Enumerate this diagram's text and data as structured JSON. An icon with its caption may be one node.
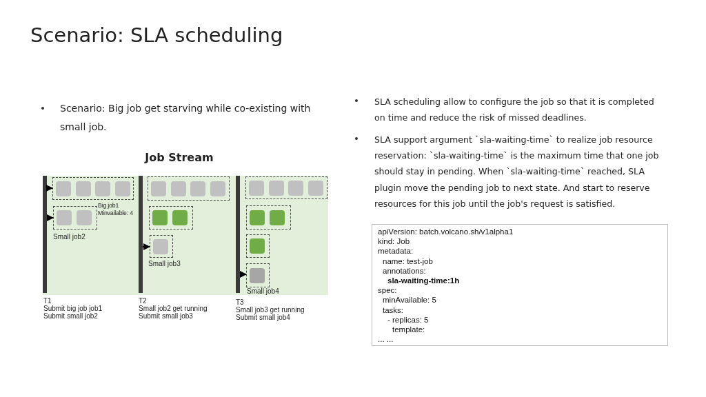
{
  "diagram": {
    "title": "Scenario: SLA scheduling",
    "nodes": [
      {
        "text": [],
        "shape": "bar",
        "beside": [
          "T1",
          "Submit big job job1",
          "Submit small job2"
        ]
      },
      {
        "text": [],
        "shape": "box",
        "beside": [
          "Big job1 Minvailable: 4"
        ]
      },
      {
        "text": [],
        "shape": "box",
        "beside": [
          "Small job2"
        ]
      },
      {
        "text": [],
        "shape": "bar",
        "beside": [
          "T2",
          "Small job2 get running",
          "Submit small job3"
        ]
      },
      {
        "text": [],
        "shape": "box"
      },
      {
        "text": [],
        "shape": "box"
      },
      {
        "text": [],
        "shape": "box",
        "beside": [
          "Small job3"
        ]
      },
      {
        "text": [],
        "shape": "bar",
        "beside": [
          "T3",
          "Small job3 get running",
          "Submit small job4"
        ]
      },
      {
        "text": [],
        "shape": "box"
      },
      {
        "text": [],
        "shape": "box"
      },
      {
        "text": [],
        "shape": "box"
      },
      {
        "text": [],
        "shape": "box",
        "beside": [
          "Small job4"
        ]
      }
    ],
    "edges": [
      {
        "from": 0,
        "to": 1,
        "arrow": "to"
      },
      {
        "from": 0,
        "to": 2,
        "arrow": "to"
      },
      {
        "from": 3,
        "to": 6,
        "arrow": "to"
      },
      {
        "from": 7,
        "to": 11,
        "arrow": "to"
      }
    ],
    "labels": [
      "Scenario: Big job get starving while co-existing with small job.",
      "SLA scheduling allow to configure the job so that it is completed on time and reduce the risk of missed deadlines.",
      "SLA support argument `sla-waiting-time` to realize job resource reservation: `sla-waiting-time` is the maximum time that one job should stay in pending. When `sla-waiting-time` reached, SLA plugin move the pending job to next state. And start to reserve resources for this job until the job's request is satisfied.",
      "Job Stream",
      "apiVersion: batch.volcano.sh/v1alpha1",
      "kind: Job",
      "metadata:",
      "name: test-job",
      "annotations:",
      "sla-waiting-time:1h",
      "spec:",
      "minAvailable: 5",
      "tasks:",
      "- replicas: 5",
      "template:",
      "... ..."
    ]
  }
}
